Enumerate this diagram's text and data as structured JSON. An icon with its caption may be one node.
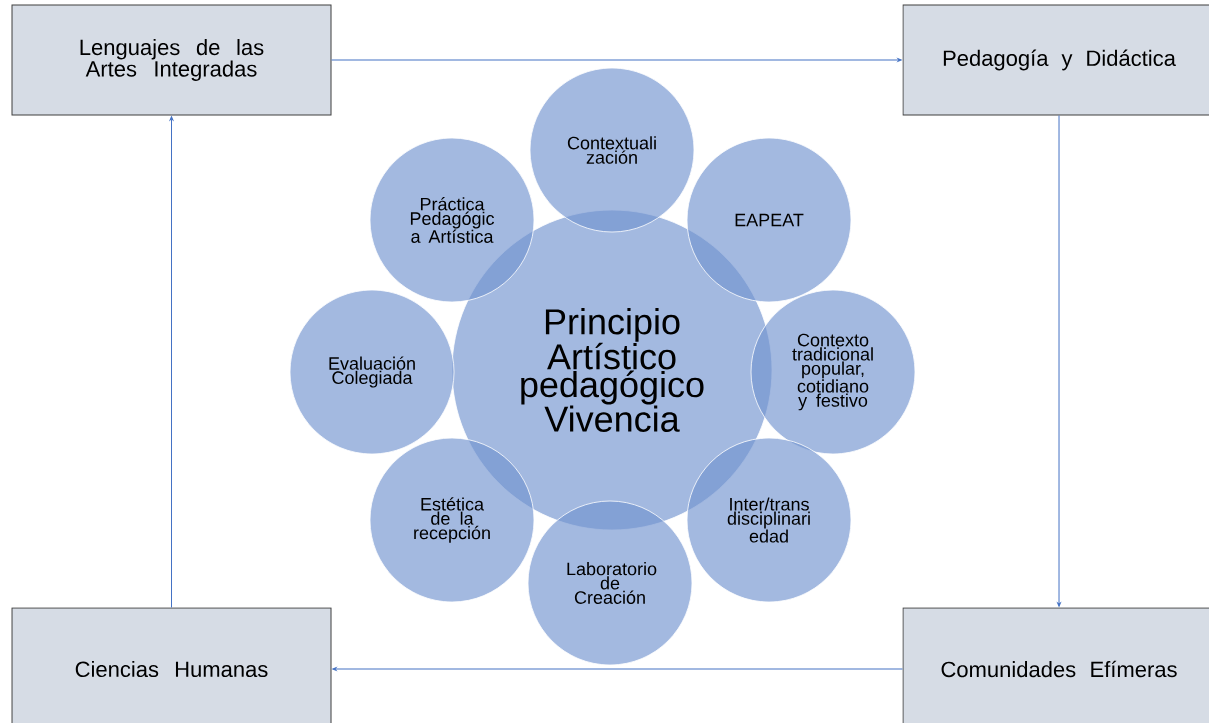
{
  "diagram": {
    "nodes": [
      {
        "text": [
          "Lenguajes de las Artes Integradas"
        ]
      },
      {
        "text": [
          "Pedagogía y Didáctica"
        ]
      },
      {
        "text": [
          "Principio Artístico pedagógico Vivencia"
        ]
      },
      {
        "text": [
          "Contextuali zación"
        ]
      },
      {
        "text": [
          "EAPEAT"
        ]
      },
      {
        "text": [
          "Contexto tradicional popular, cotidiano y festivo"
        ]
      },
      {
        "text": [
          "Inter/trans disciplinari edad"
        ]
      },
      {
        "text": [
          "Laboratorio de Creación"
        ]
      },
      {
        "text": [
          "Estética de la recepción"
        ]
      },
      {
        "text": [
          "Evaluación Colegiada"
        ]
      },
      {
        "text": [
          "Práctica Pedagógic a Artística"
        ]
      },
      {
        "text": [
          "Ciencias Humanas"
        ]
      },
      {
        "text": [
          "Comunidades Efímeras"
        ]
      }
    ],
    "edges": [
      {
        "from": 0,
        "to": 1,
        "arrow": "to"
      },
      {
        "from": 1,
        "to": 12,
        "arrow": "to"
      },
      {
        "from": 12,
        "to": 11,
        "arrow": "to"
      },
      {
        "from": 11,
        "to": 0,
        "arrow": "to"
      }
    ]
  }
}
